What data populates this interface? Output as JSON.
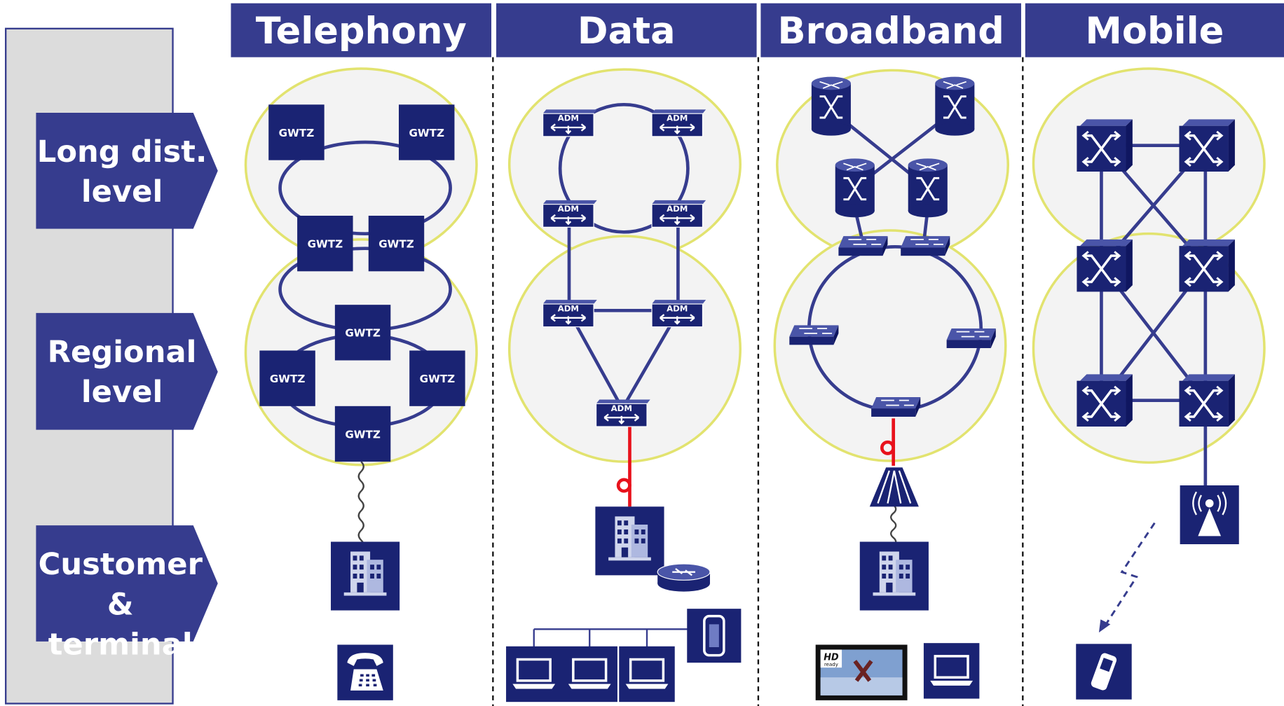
{
  "columns": [
    "Telephony",
    "Data",
    "Broadband",
    "Mobile"
  ],
  "levels": [
    {
      "line1": "Long dist.",
      "line2": "level"
    },
    {
      "line1": "Regional",
      "line2": "level"
    },
    {
      "line1": "Customer",
      "line2": "& terminal"
    }
  ],
  "node_labels": {
    "gwtz": "GWTZ",
    "adm": "ADM",
    "hd": "HD",
    "ready": "ready"
  },
  "colors": {
    "navy": "#363c8e",
    "icon_fill": "#1a2373",
    "ring_fill": "#f3f3f3",
    "ring_stroke": "#e2e36f",
    "panel": "#dcdcdc",
    "red": "#e8121c"
  }
}
